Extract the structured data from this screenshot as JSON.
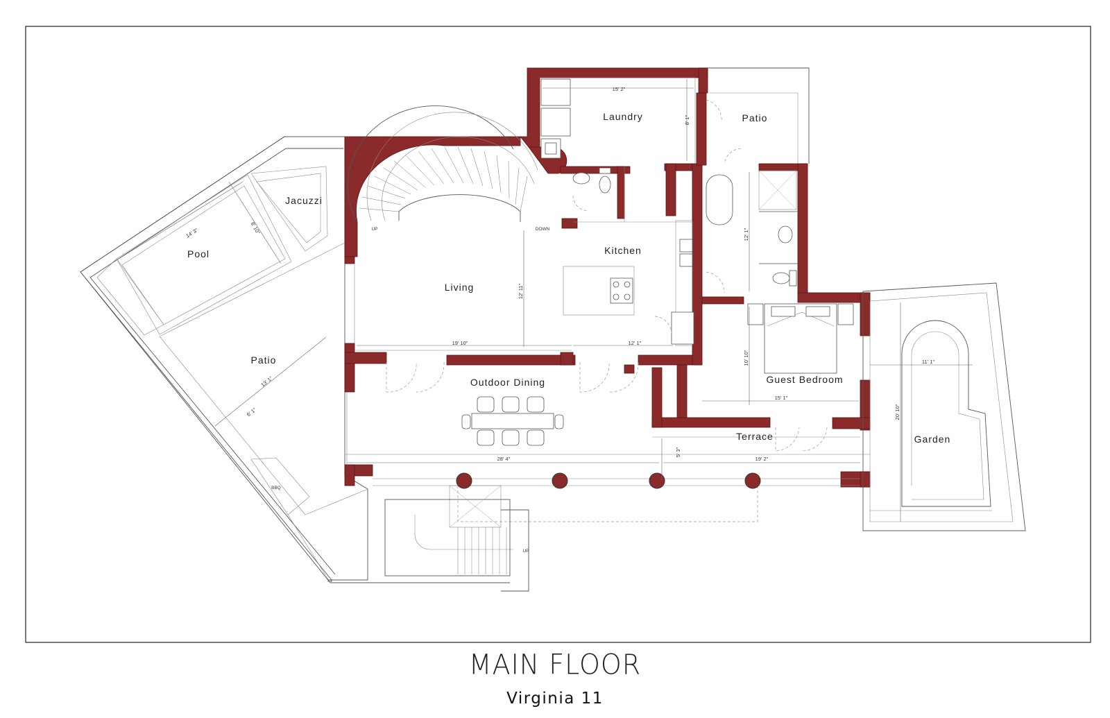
{
  "title": "MAIN FLOOR",
  "subtitle": "Virginia 11",
  "rooms": {
    "laundry": "Laundry",
    "patio_top": "Patio",
    "jacuzzi": "Jacuzzi",
    "pool": "Pool",
    "kitchen": "Kitchen",
    "living": "Living",
    "patio_left": "Patio",
    "outdoor_dining": "Outdoor Dining",
    "guest_bedroom": "Guest Bedroom",
    "terrace": "Terrace",
    "garden": "Garden"
  },
  "dimensions": {
    "laundry_w": "15' 2\"",
    "laundry_h": "8' 1\"",
    "pool_w": "14' 3\"",
    "pool_h": "8' 10\"",
    "living_h": "12' 11\"",
    "living_w": "19' 10\"",
    "kitchen_w": "12' 1\"",
    "bath_h": "12' 1\"",
    "guest_h": "10' 10\"",
    "guest_w": "15' 1\"",
    "garden_w": "11' 1\"",
    "garden_h": "20' 10\"",
    "patio_d1": "13' 1\"",
    "patio_d2": "6' 1\"",
    "dining_w": "28' 4\"",
    "terrace_h": "5' 3\"",
    "terrace_w": "19' 2\""
  },
  "labels": {
    "stair_up": "UP",
    "stair_down": "DOWN",
    "bbq": "BBQ",
    "entry_up": "UP"
  },
  "colors": {
    "wall": "#8b2a2a",
    "line": "#555555"
  }
}
